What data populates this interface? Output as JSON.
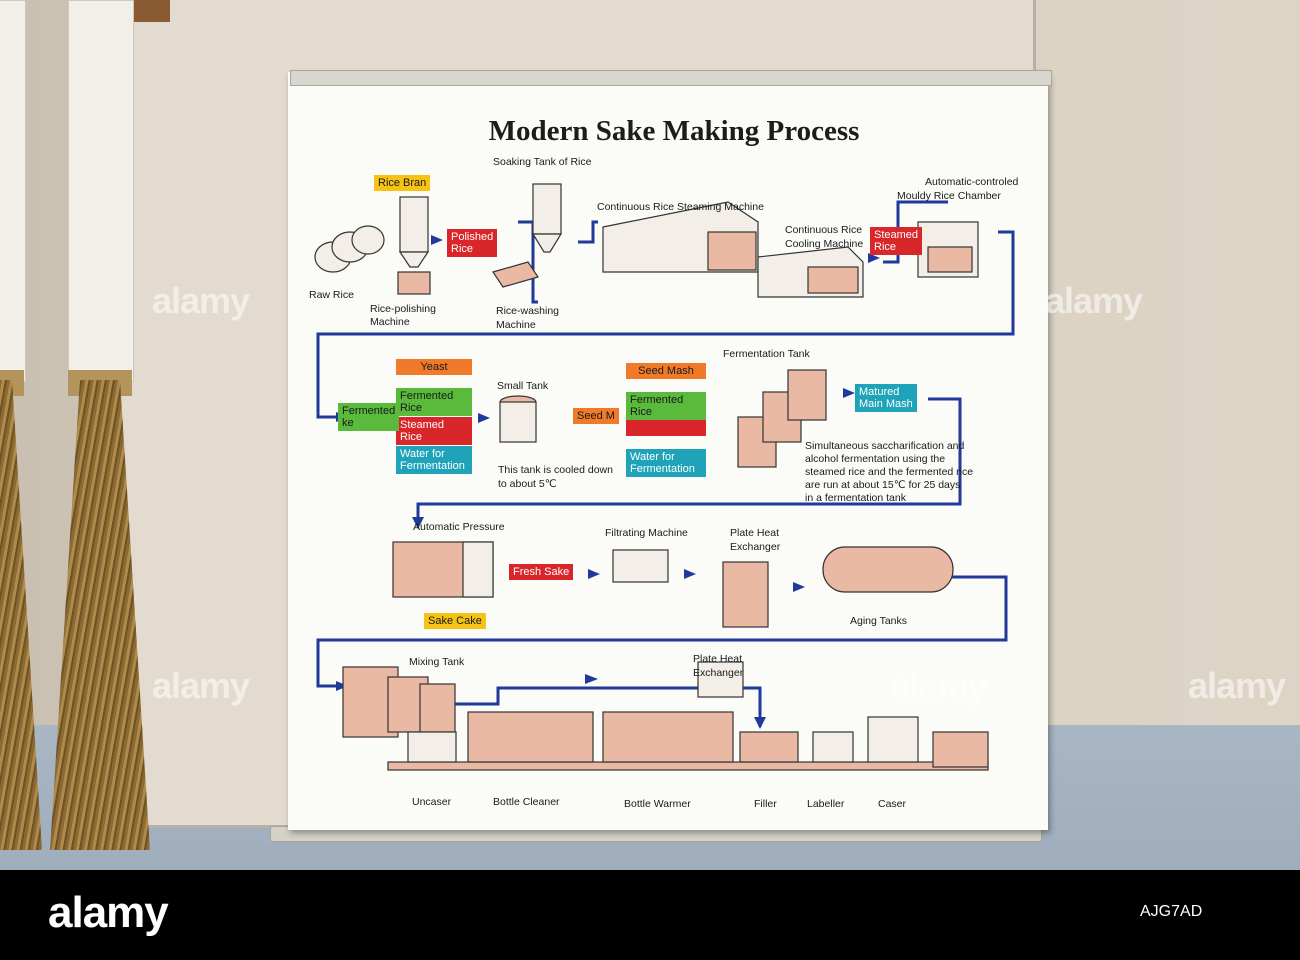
{
  "poster": {
    "title": "Modern Sake Making Process",
    "row1": {
      "rice_bran": "Rice Bran",
      "soaking_tank": "Soaking Tank of Rice",
      "steaming_machine": "Continuous Rice Steaming Machine",
      "mouldy_chamber_l1": "Automatic-controled",
      "mouldy_chamber_l2": "Mouldy Rice Chamber",
      "polished_rice_l1": "Polished",
      "polished_rice_l2": "Rice",
      "cooling_l1": "Continuous Rice",
      "cooling_l2": "Cooling Machine",
      "steamed_rice_l1": "Steamed",
      "steamed_rice_l2": "Rice",
      "raw_rice": "Raw Rice",
      "polishing_l1": "Rice-polishing",
      "polishing_l2": "Machine",
      "washing_l1": "Rice-washing",
      "washing_l2": "Machine"
    },
    "row2": {
      "yeast": "Yeast",
      "fermented_rice_a": "Fermented Rice",
      "steamed_rice_a": "Steamed Rice",
      "water_a_l1": "Water for",
      "water_a_l2": "Fermentation",
      "fermented_sake_l1": "Fermented",
      "fermented_sake_l2": "ke",
      "small_tank": "Small Tank",
      "seed_mash_small": "Seed M",
      "tank_note_l1": "This tank is cooled down",
      "tank_note_l2": "to about 5℃",
      "seed_mash": "Seed Mash",
      "fermented_rice_b": "Fermented Rice",
      "water_b_l1": "Water for",
      "water_b_l2": "Fermentation",
      "fermentation_tank": "Fermentation Tank",
      "matured_l1": "Matured",
      "matured_l2": "Main Mash",
      "ferm_note_l1": "Simultaneous saccharification and",
      "ferm_note_l2": "alcohol fermentation using the",
      "ferm_note_l3": "steamed rice and the fermented rice",
      "ferm_note_l4": "are run at about 15℃ for 25 days",
      "ferm_note_l5": "in a fermentation tank"
    },
    "row3": {
      "pressure": "Automatic Pressure",
      "fresh_sake": "Fresh Sake",
      "filtrating": "Filtrating Machine",
      "plate_heat_l1": "Plate Heat",
      "plate_heat_l2": "Exchanger",
      "sake_cake": "Sake Cake",
      "aging_tanks": "Aging Tanks"
    },
    "row4": {
      "mixing_tank": "Mixing Tank",
      "plate_heat_l1": "Plate Heat",
      "plate_heat_l2": "Exchanger",
      "uncaser": "Uncaser",
      "bottle_cleaner": "Bottle Cleaner",
      "bottle_warmer": "Bottle Warmer",
      "filler": "Filler",
      "labeller": "Labeller",
      "caser": "Caser"
    }
  },
  "watermark": "alamy",
  "footer": {
    "logo": "alamy",
    "image_id": "AJG7AD"
  },
  "colors": {
    "flow_line": "#1f3a9a",
    "machine_fill": "#e9b9a4",
    "machine_stroke": "#333333"
  }
}
